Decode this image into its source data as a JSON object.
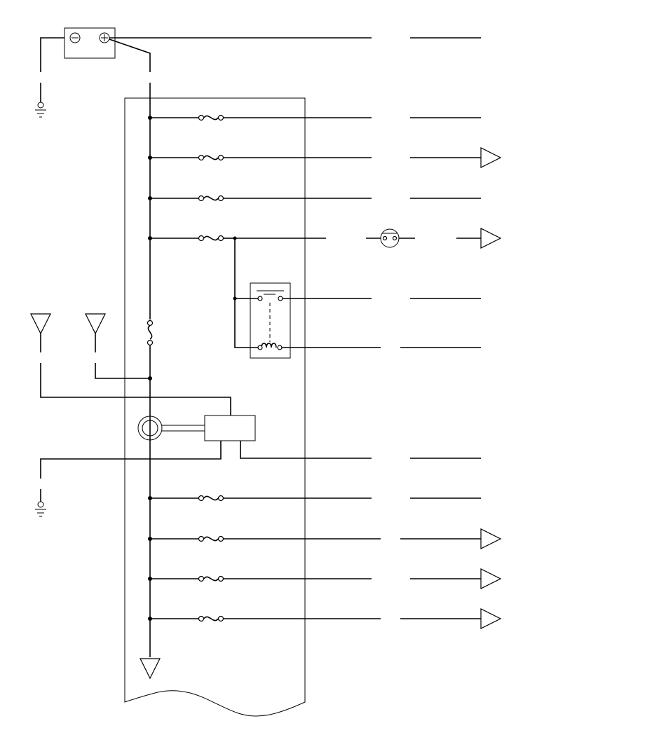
{
  "diagram": {
    "kind": "wiring-schematic",
    "labels": [],
    "symbols": {
      "battery": "battery-symbol",
      "ground": "ground-symbol",
      "fuse": "fuse-symbol",
      "relay": "relay-symbol",
      "bulb": "bulb-symbol",
      "antenna": "antenna-symbol",
      "connector_arrow": "connector-arrow-symbol",
      "ignition": "ignition-switch-symbol"
    },
    "color": "#000000"
  }
}
